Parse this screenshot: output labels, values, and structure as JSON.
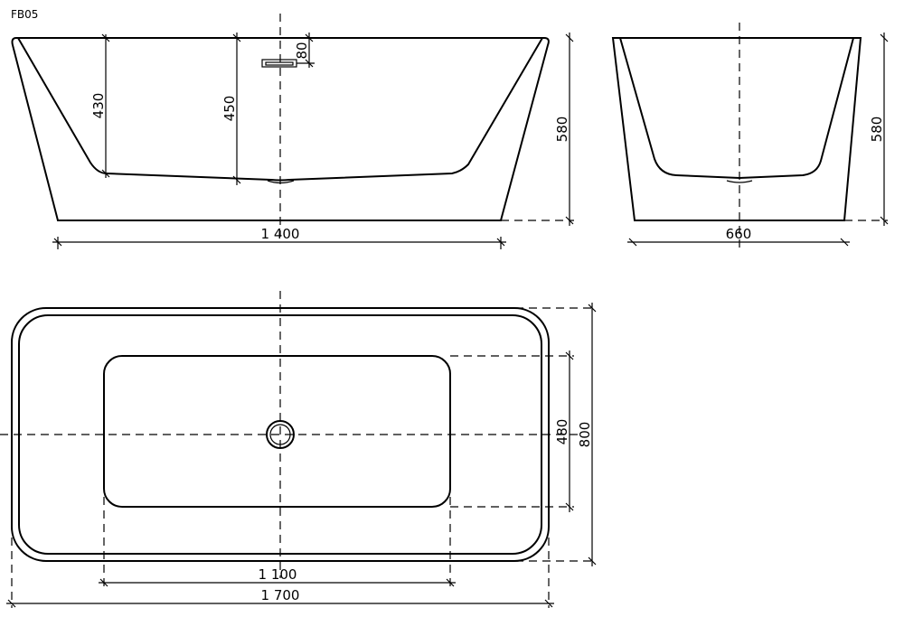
{
  "title": "FB05",
  "side_view": {
    "dim_inner_depth_end": "430",
    "dim_inner_depth_center": "450",
    "dim_overflow": "80",
    "dim_height": "580",
    "dim_length": "1 400"
  },
  "end_view": {
    "dim_height": "580",
    "dim_width": "660"
  },
  "top_view": {
    "dim_basin_width": "480",
    "dim_width": "800",
    "dim_basin_length": "1 100",
    "dim_length": "1 700"
  }
}
